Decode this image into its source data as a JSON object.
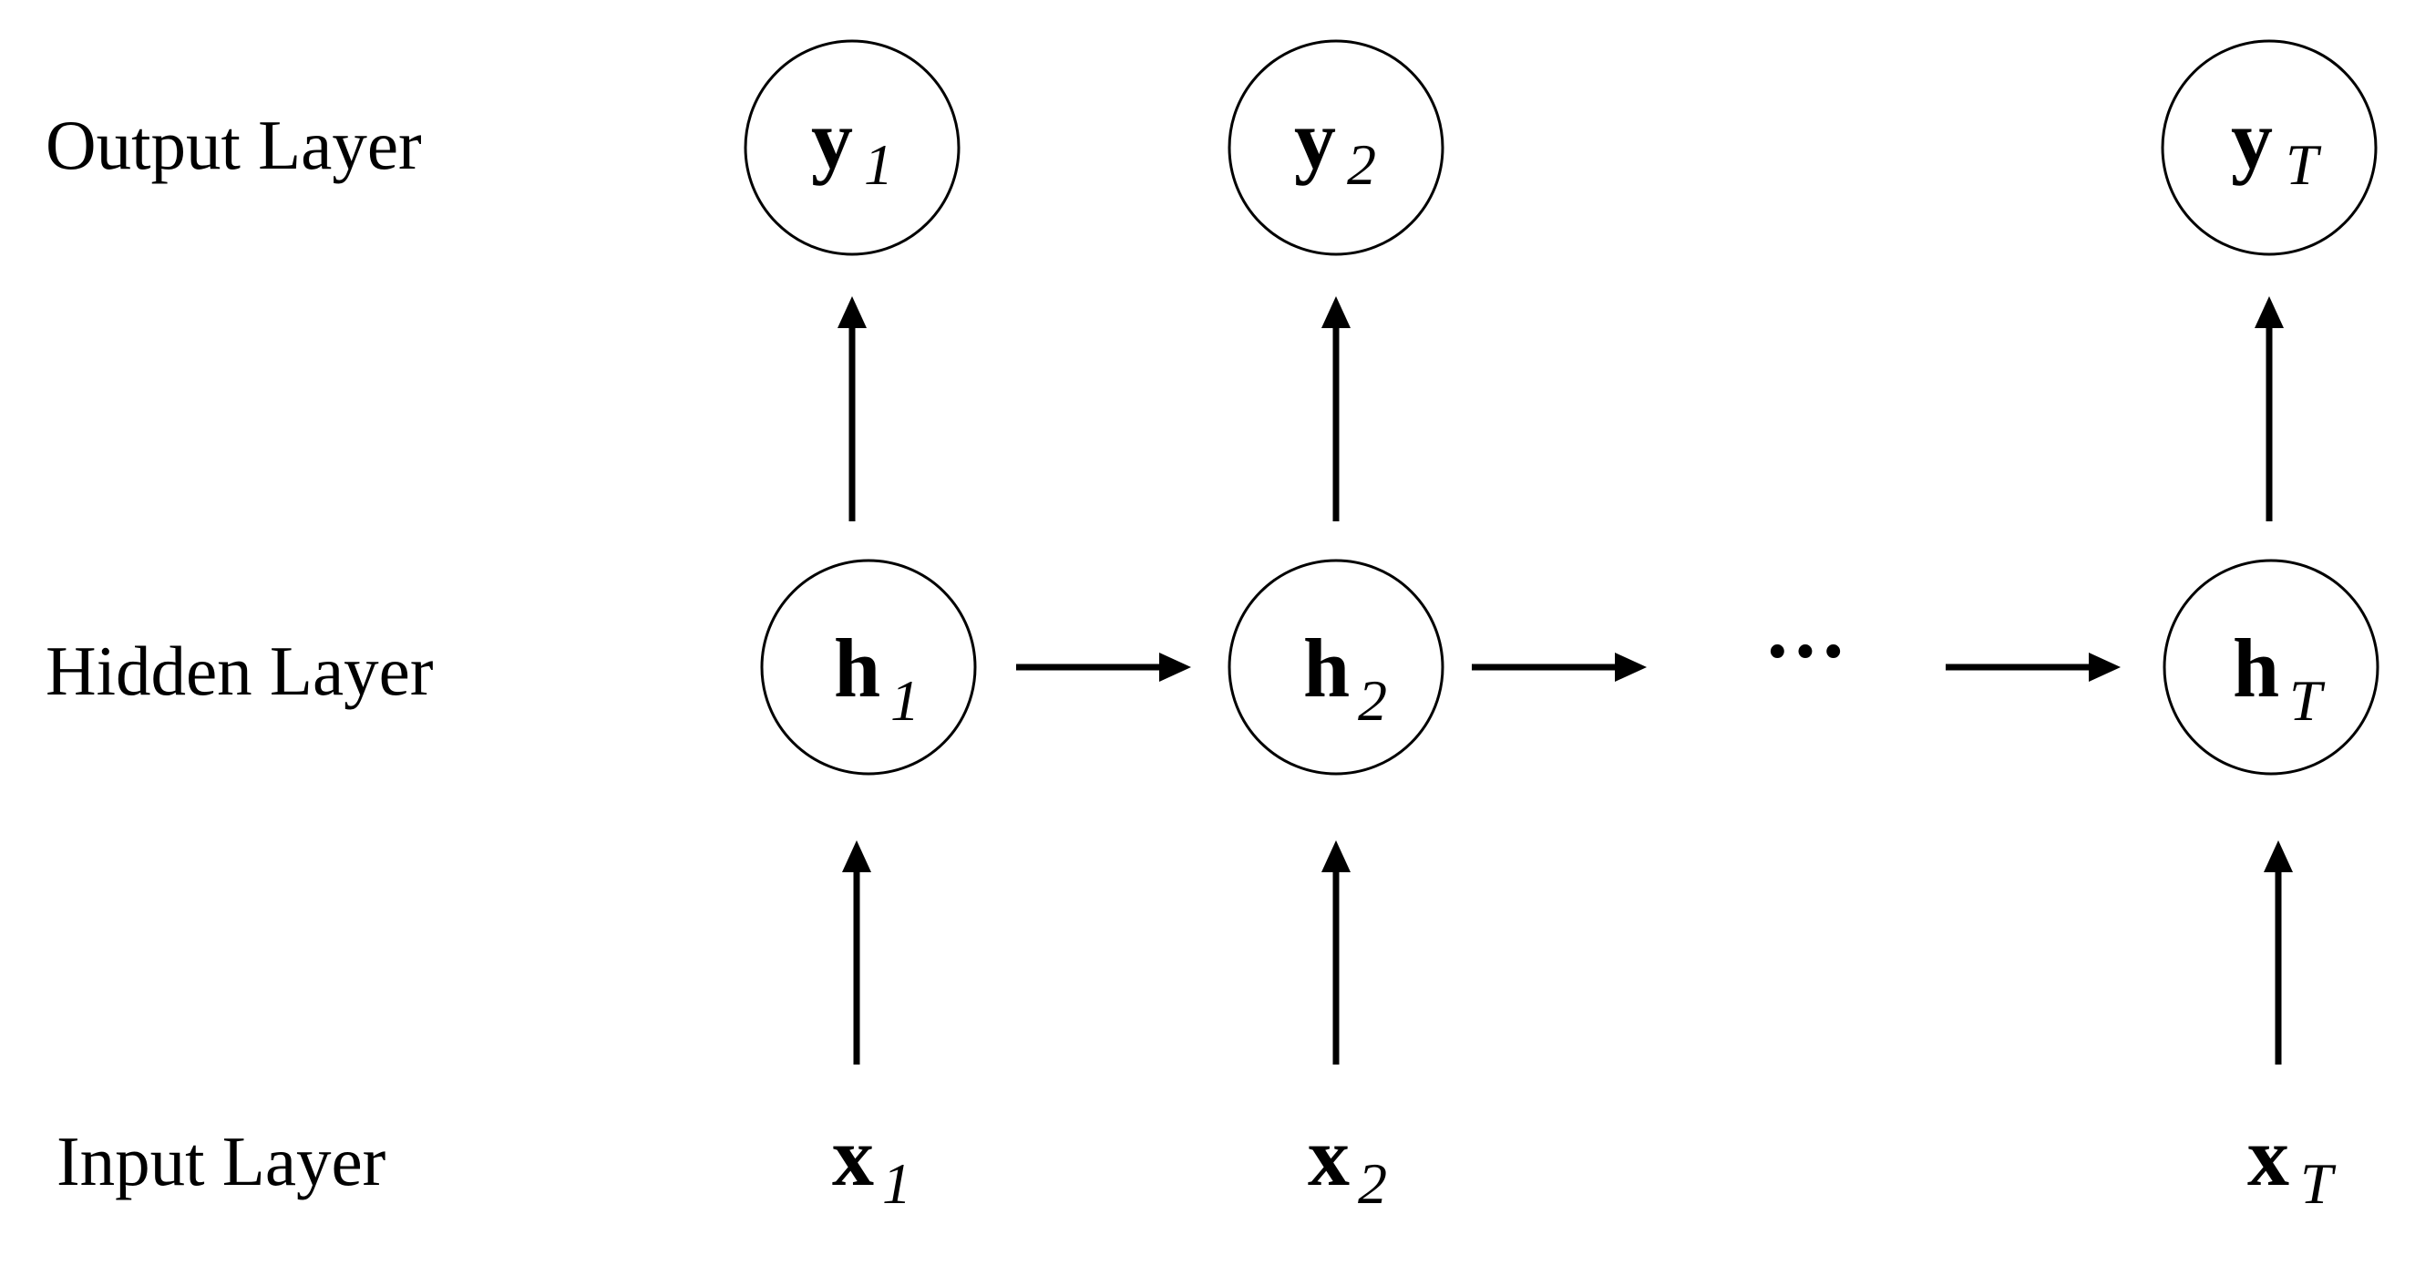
{
  "layers": {
    "output_label": "Output Layer",
    "hidden_label": "Hidden Layer",
    "input_label": "Input Layer"
  },
  "output_nodes": [
    {
      "letter": "y",
      "sub": "1"
    },
    {
      "letter": "y",
      "sub": "2"
    },
    {
      "letter": "y",
      "sub": "T"
    }
  ],
  "hidden_nodes": [
    {
      "letter": "h",
      "sub": "1"
    },
    {
      "letter": "h",
      "sub": "2"
    },
    {
      "letter": "h",
      "sub": "T"
    }
  ],
  "input_nodes": [
    {
      "letter": "x",
      "sub": "1"
    },
    {
      "letter": "x",
      "sub": "2"
    },
    {
      "letter": "x",
      "sub": "T"
    }
  ],
  "ellipsis": "···"
}
